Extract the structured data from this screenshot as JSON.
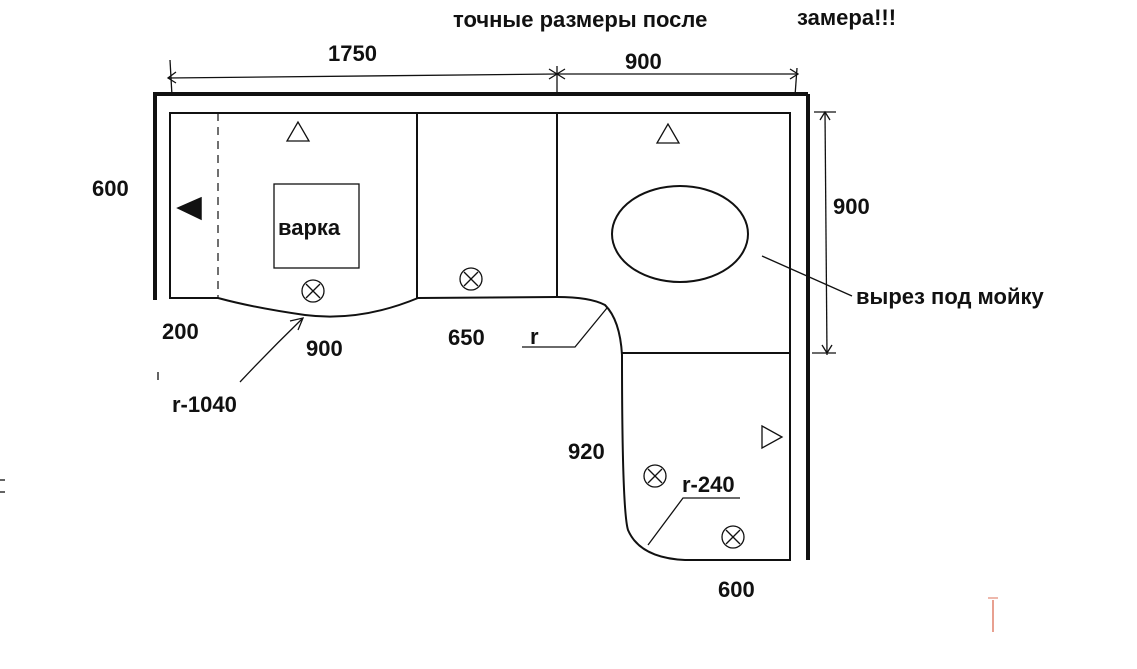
{
  "header": {
    "note_left": "точные размеры после",
    "note_right": "замера!!!"
  },
  "dimensions": {
    "top_left": "1750",
    "top_right": "900",
    "left_depth": "600",
    "right_depth": "900",
    "bottom_left": "200",
    "bottom_arc": "900",
    "bottom_mid": "650",
    "leg_side": "920",
    "leg_bottom": "600"
  },
  "labels": {
    "hob": "варка",
    "sink_cutout": "вырез под мойку",
    "radius_large": "r-1040",
    "radius_small": "r-240",
    "radius_corner": "r"
  },
  "colors": {
    "ink": "#111111",
    "watermark": "#e8a090"
  }
}
